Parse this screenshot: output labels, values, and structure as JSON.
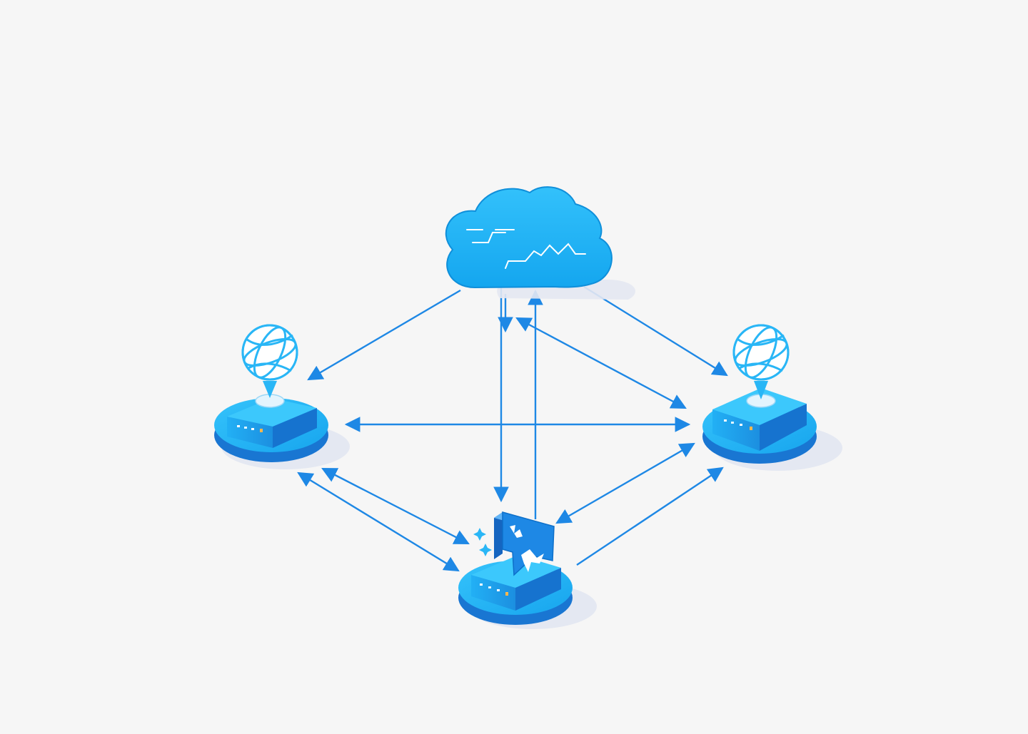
{
  "diagram": {
    "type": "network-topology",
    "background_color": "#f6f6f6",
    "colors": {
      "link": "#1e88e5",
      "cloud": "#29b6f6",
      "cloud_dark": "#0288d1",
      "device_top": "#1fb3f5",
      "device_side": "#1976d2",
      "globe": "#29b6f6",
      "shadow": "#e4e8f2"
    },
    "nodes": [
      {
        "id": "cloud",
        "kind": "cloud",
        "icon": "cloud-icon"
      },
      {
        "id": "router-left",
        "kind": "router-with-globe",
        "icon": "globe-icon"
      },
      {
        "id": "router-right",
        "kind": "router-with-globe",
        "icon": "globe-icon"
      },
      {
        "id": "router-bottom",
        "kind": "router-with-map-pin",
        "icon": "map-pin-icon"
      }
    ],
    "links": [
      {
        "from": "cloud",
        "to": "router-left",
        "arrows": "end"
      },
      {
        "from": "cloud",
        "to": "router-right",
        "arrows": "end"
      },
      {
        "from": "cloud",
        "to": "router-bottom",
        "arrows": "end"
      },
      {
        "from": "router-bottom",
        "to": "cloud",
        "arrows": "end"
      },
      {
        "from": "cloud",
        "to": "router-right",
        "arrows": "both"
      },
      {
        "from": "router-left",
        "to": "router-right",
        "arrows": "both"
      },
      {
        "from": "router-left",
        "to": "router-bottom",
        "arrows": "both"
      },
      {
        "from": "router-left",
        "to": "router-bottom",
        "arrows": "both"
      },
      {
        "from": "router-right",
        "to": "router-bottom",
        "arrows": "both"
      },
      {
        "from": "router-right",
        "to": "router-bottom",
        "arrows": "both"
      }
    ]
  }
}
